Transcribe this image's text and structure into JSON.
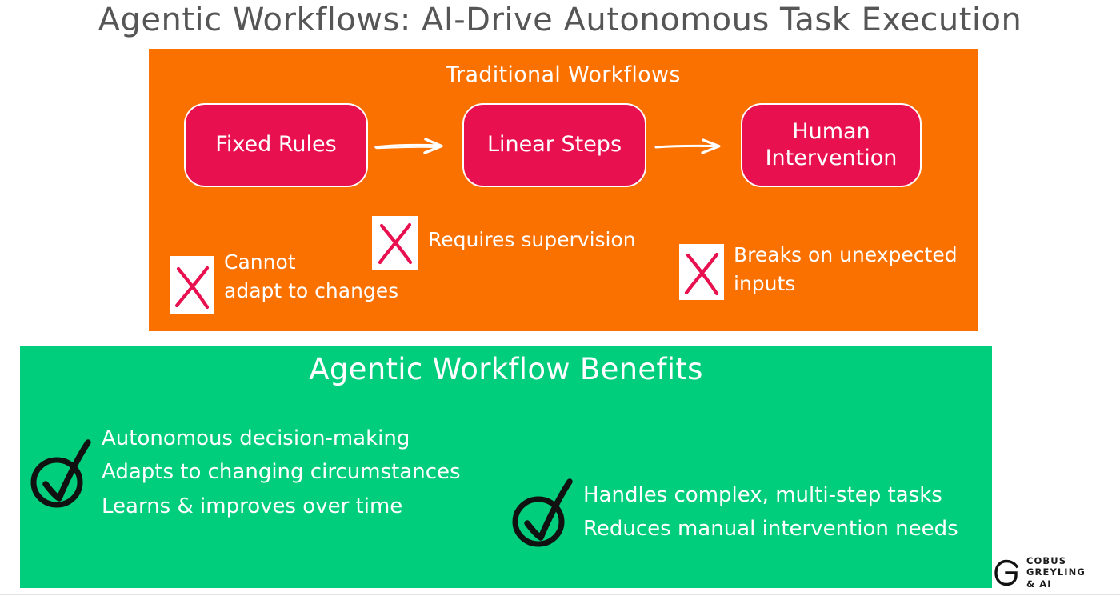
{
  "title": "Agentic Workflows: AI-Drive Autonomous Task Execution",
  "traditional": {
    "heading": "Traditional Workflows",
    "background_color": "#FB7100",
    "node_color": "#E8104F",
    "flow_nodes": [
      {
        "label": "Fixed Rules"
      },
      {
        "label": "Linear Steps"
      },
      {
        "label": "Human\nIntervention"
      }
    ],
    "arrows": [
      {
        "name": "arrow-fixed-rules-to-linear-steps"
      },
      {
        "name": "arrow-linear-steps-to-human-intervention"
      }
    ],
    "limitations": [
      {
        "icon": "x-mark-icon",
        "text": "Cannot\nadapt to changes"
      },
      {
        "icon": "x-mark-icon",
        "text": "Requires supervision"
      },
      {
        "icon": "x-mark-icon",
        "text": "Breaks on unexpected\ninputs"
      }
    ]
  },
  "benefits": {
    "heading": "Agentic Workflow Benefits",
    "background_color": "#00CE7C",
    "groups": [
      {
        "icon": "check-mark-icon",
        "text": "Autonomous decision-making\nAdapts to changing circumstances\nLearns & improves over time"
      },
      {
        "icon": "check-mark-icon",
        "text": "Handles complex, multi-step tasks\nReduces manual intervention needs"
      }
    ]
  },
  "logo": {
    "mark": "cobus-greyling-g-icon",
    "text": "COBUS GREYLING\n& AI",
    "accent_color": "#00CE7C"
  },
  "palette": {
    "title_color": "#565656",
    "orange": "#FB7100",
    "crimson": "#E8104F",
    "green": "#00CE7C",
    "white": "#FFFFFF"
  }
}
